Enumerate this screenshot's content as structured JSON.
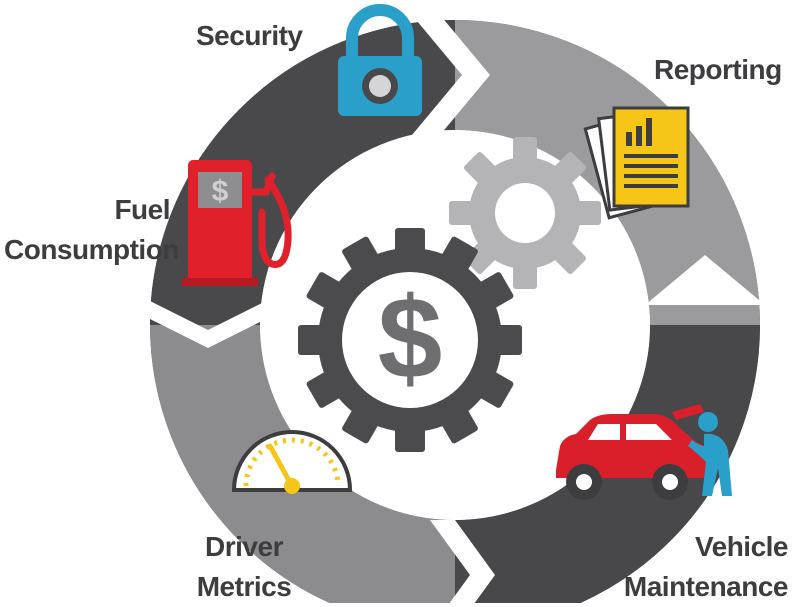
{
  "labels": {
    "security": "Security",
    "reporting": "Reporting",
    "fuel_line1": "Fuel",
    "fuel_line2": "Consumption",
    "driver_line1": "Driver",
    "driver_line2": "Metrics",
    "vehicle_line1": "Vehicle",
    "vehicle_line2": "Maintenance"
  },
  "center_symbol": "$",
  "fuel_pump_symbol": "$",
  "icons": [
    "lock-icon",
    "report-document-icon",
    "fuel-pump-icon",
    "speedometer-icon",
    "car-repair-icon",
    "dollar-gear-icon",
    "gray-gear-icon"
  ],
  "colors": {
    "ring_dark": "#4a4a4d",
    "ring_mid": "#6b6b6e",
    "ring_light": "#9a9a9d",
    "gear_dark": "#4d4d50",
    "gear_light": "#b3b3b5",
    "lock_blue": "#2a9fc9",
    "report_yellow": "#f5c518",
    "fuel_red": "#e0202a",
    "car_red": "#d81f2a",
    "mechanic_blue": "#2a9fc9"
  }
}
